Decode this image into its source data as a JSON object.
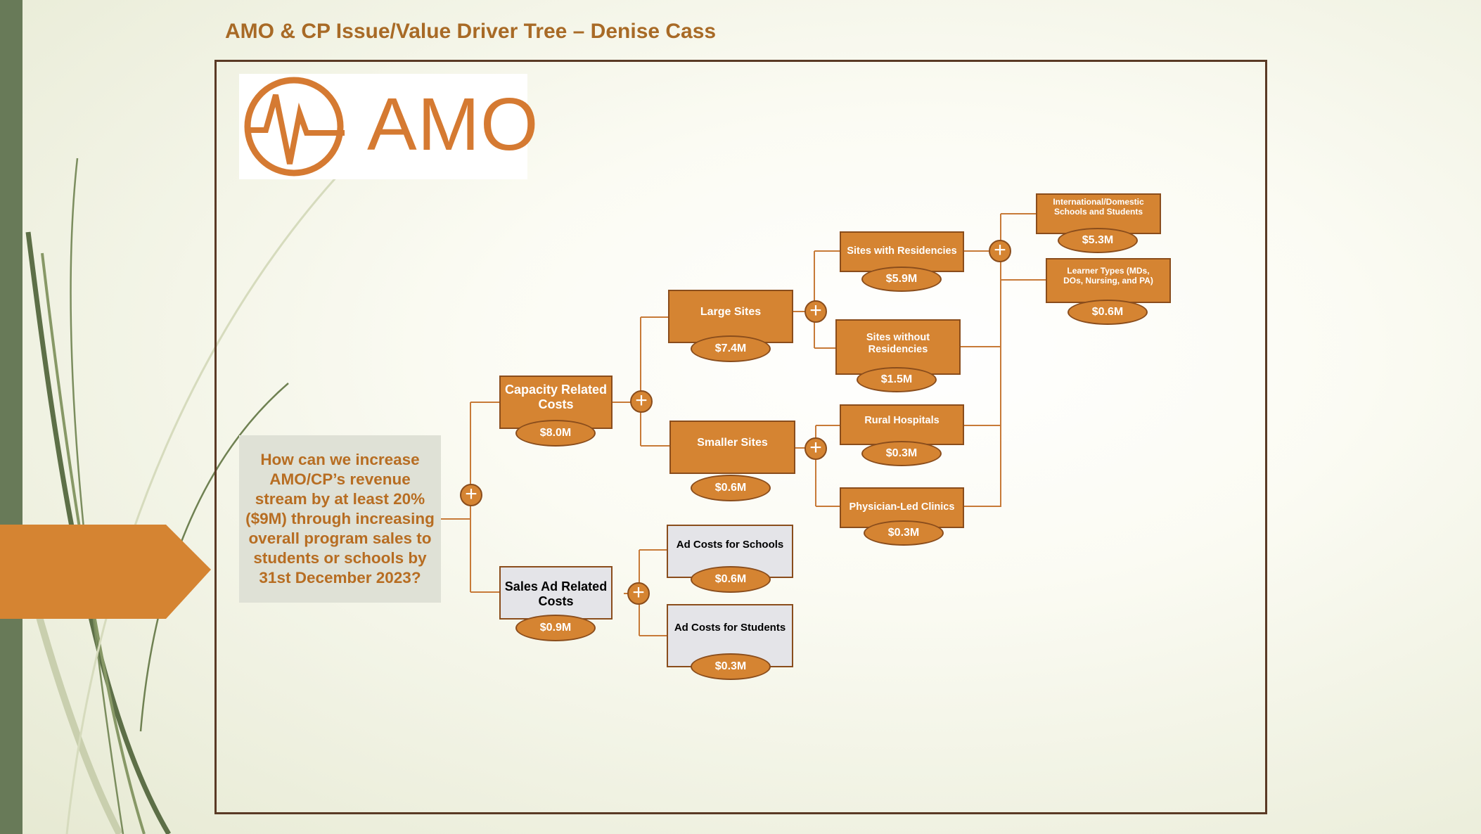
{
  "slide": {
    "title": "AMO & CP Issue/Value Driver Tree – Denise Cass",
    "logo_text": "AMO",
    "question": "How can we increase AMO/CP’s revenue stream by at least 20% ($9M) through increasing overall program sales to students or schools by 31st December 2023?"
  },
  "tree": {
    "capacity": {
      "label": "Capacity Related Costs",
      "value": "$8.0M"
    },
    "sales_ad": {
      "label": "Sales Ad Related Costs",
      "value": "$0.9M"
    },
    "large_sites": {
      "label": "Large Sites",
      "value": "$7.4M"
    },
    "smaller_sites": {
      "label": "Smaller Sites",
      "value": "$0.6M"
    },
    "ad_schools": {
      "label": "Ad Costs for Schools",
      "value": "$0.6M"
    },
    "ad_students": {
      "label": "Ad Costs for Students",
      "value": "$0.3M"
    },
    "sites_with_res": {
      "label": "Sites with Residencies",
      "value": "$5.9M"
    },
    "sites_without_res": {
      "label": "Sites without Residencies",
      "value": "$1.5M"
    },
    "rural": {
      "label": "Rural Hospitals",
      "value": "$0.3M"
    },
    "physician": {
      "label": "Physician-Led Clinics",
      "value": "$0.3M"
    },
    "international": {
      "label": "International/Domestic Schools and Students",
      "value": "$5.3M"
    },
    "learner": {
      "label": "Learner Types (MDs, DOs, Nursing, and PA)",
      "value": "$0.6M"
    },
    "plus_symbol": "+"
  },
  "colors": {
    "sidebar": "#687a58",
    "title": "#a86a26",
    "node_fill": "#d58432",
    "node_border": "#8a4d1c",
    "question_fill": "#dfe1d6",
    "grey_node_fill": "#e4e4e8"
  }
}
